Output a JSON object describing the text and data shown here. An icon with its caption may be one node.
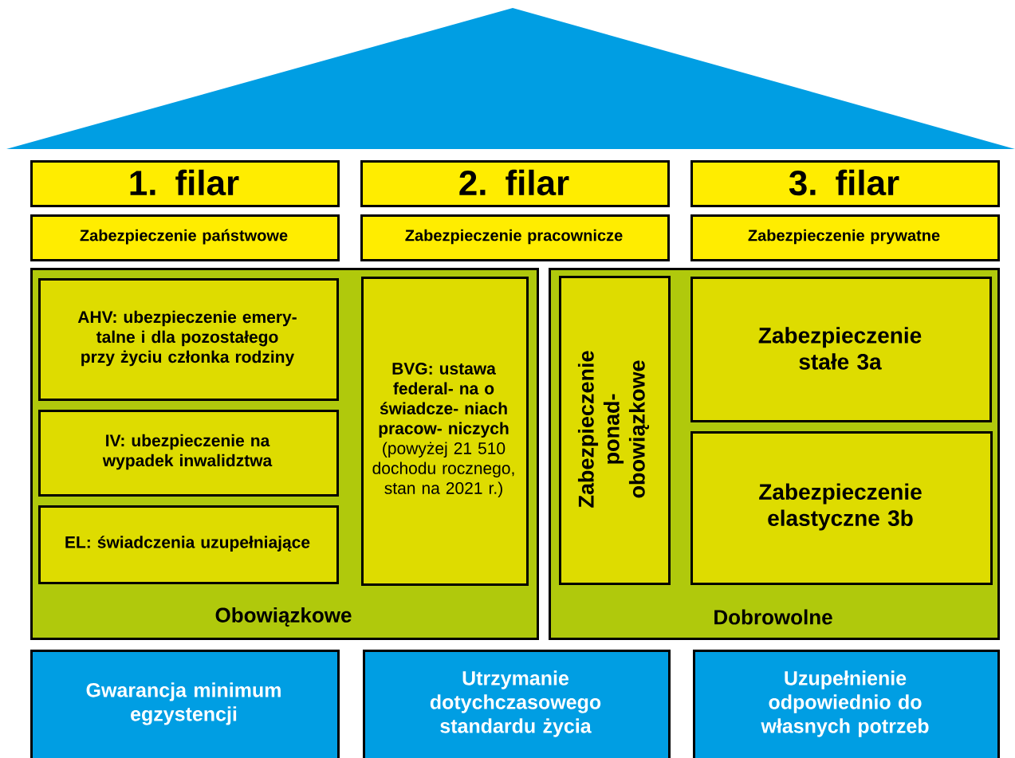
{
  "diagram": {
    "nodes": [
      {
        "text": [
          "1. filar"
        ]
      },
      {
        "text": [
          "2. filar"
        ]
      },
      {
        "text": [
          "3. filar"
        ]
      },
      {
        "text": [
          "Zabezpieczenie państwowe"
        ]
      },
      {
        "text": [
          "Zabezpieczenie pracownicze"
        ]
      },
      {
        "text": [
          "Zabezpieczenie prywatne"
        ]
      },
      {
        "text": [
          "Obowiązkowe"
        ]
      },
      {
        "text": [
          "AHV: ubezpieczenie emery- talne i dla pozostałego przy życiu członka rodziny"
        ],
        "in": 6
      },
      {
        "text": [
          "IV: ubezpieczenie na wypadek inwalidztwa"
        ],
        "in": 6
      },
      {
        "text": [
          "EL: świadczenia uzupełniające"
        ],
        "in": 6
      },
      {
        "text": [
          "**BVG: ustawa federal- na o świadcze- niach pracow- niczych** (powyżej 21 510 dochodu rocznego, stan na 2021 r.)"
        ],
        "in": 6
      },
      {
        "text": [
          "Dobrowolne"
        ]
      },
      {
        "text": [
          "Zabezpieczenie ponad- obowiązkowe"
        ],
        "in": 11
      },
      {
        "text": [
          "Zabezpieczenie stałe 3a"
        ],
        "in": 11
      },
      {
        "text": [
          "Zabezpieczenie elastyczne 3b"
        ],
        "in": 11
      },
      {
        "text": [
          "Gwarancja minimum egzystencji"
        ]
      },
      {
        "text": [
          "Utrzymanie dotychczasowego standardu życia"
        ]
      },
      {
        "text": [
          "Uzupełnienie odpowiednio do własnych potrzeb"
        ]
      }
    ]
  }
}
